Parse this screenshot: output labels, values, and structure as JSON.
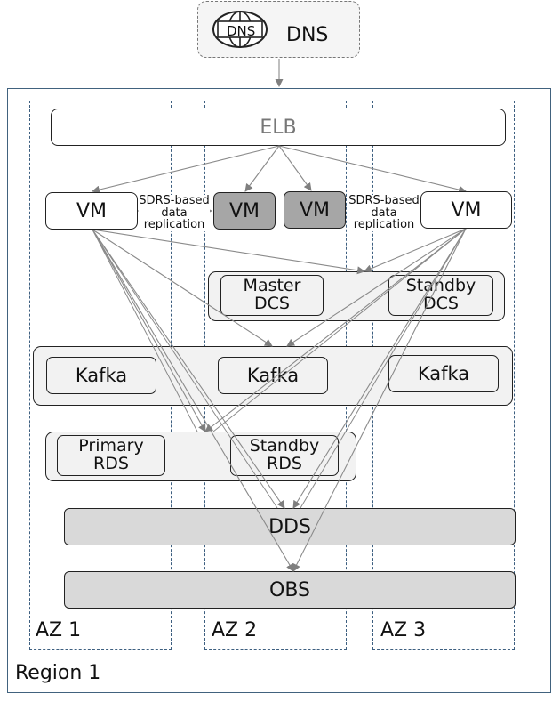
{
  "dns": {
    "label": "DNS",
    "icon_text": "DNS",
    "icon": "globe-icon"
  },
  "region": {
    "label": "Region 1"
  },
  "azs": [
    "AZ 1",
    "AZ 2",
    "AZ 3"
  ],
  "elb": {
    "label": "ELB"
  },
  "vms": [
    "VM",
    "VM",
    "VM",
    "VM"
  ],
  "replication_notes": [
    "SDRS-based\ndata\nreplication",
    "SDRS-based\ndata\nreplication"
  ],
  "dcs": {
    "master": "Master\nDCS",
    "standby": "Standby\nDCS"
  },
  "kafka": [
    "Kafka",
    "Kafka",
    "Kafka"
  ],
  "rds": {
    "primary": "Primary\nRDS",
    "standby": "Standby\nRDS"
  },
  "dds": {
    "label": "DDS"
  },
  "obs": {
    "label": "OBS"
  },
  "colors": {
    "az_border": "#3d5f80",
    "region_border": "#41627e",
    "arrow": "#7f7f7f",
    "dark_vm": "#a6a6a6",
    "band": "#d9d9d9"
  }
}
